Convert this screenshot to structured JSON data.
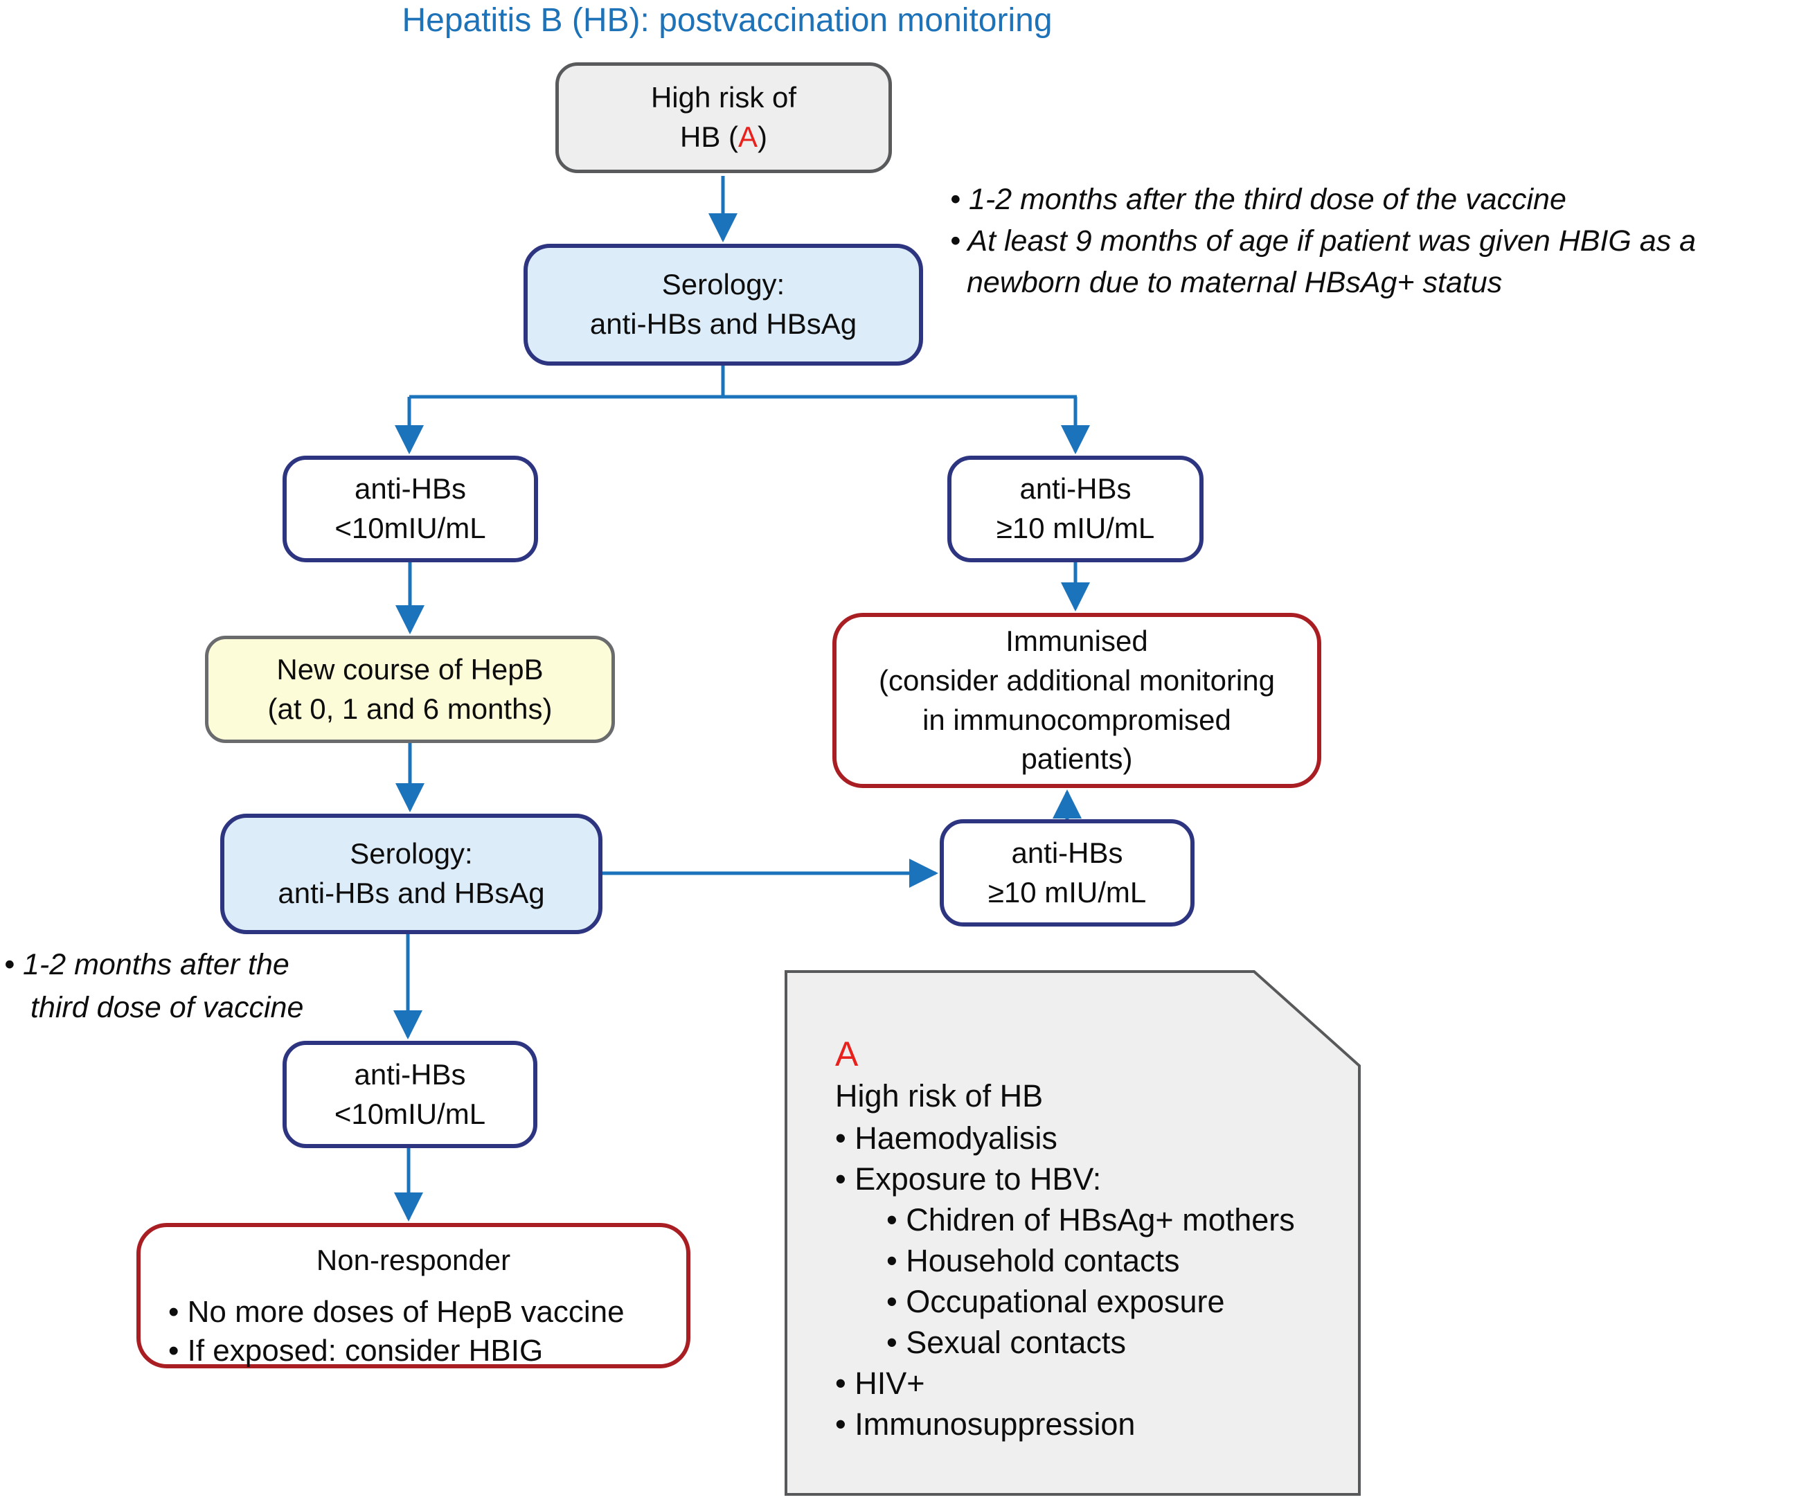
{
  "title": "Hepatitis B (HB): postvaccination monitoring",
  "colors": {
    "title_blue": "#1d72b8",
    "arrow_blue": "#1b74bb",
    "navy_border": "#2d3580",
    "red_border": "#a81e22",
    "red_marker": "#e8211d",
    "light_blue_fill": "#dcecf8",
    "yellow_fill": "#fdfcd9",
    "gray_fill": "#eeeeee",
    "note_gray_fill": "#f0efef"
  },
  "nodes": {
    "high_risk": {
      "line1": "High risk of",
      "line2_pre": "HB (",
      "marker": "A",
      "line2_post": ")"
    },
    "serology1": {
      "line1": "Serology:",
      "line2": "anti-HBs and HBsAg"
    },
    "antihbs_low1": {
      "line1": "anti-HBs",
      "line2": "<10mIU/mL"
    },
    "antihbs_high1": {
      "line1": "anti-HBs",
      "line2": "≥10 mIU/mL"
    },
    "new_course": {
      "line1": "New course of HepB",
      "line2": "(at 0, 1 and 6 months)"
    },
    "immunised": {
      "line1": "Immunised",
      "line2": "(consider additional monitoring",
      "line3": "in immunocompromised",
      "line4": "patients)"
    },
    "serology2": {
      "line1": "Serology:",
      "line2": "anti-HBs and HBsAg"
    },
    "antihbs_low2": {
      "line1": "anti-HBs",
      "line2": "<10mIU/mL"
    },
    "antihbs_high2": {
      "line1": "anti-HBs",
      "line2": "≥10 mIU/mL"
    },
    "non_responder": {
      "title": "Non-responder",
      "bullet1": "• No more doses of HepB vaccine",
      "bullet2": "• If exposed: consider HBIG"
    }
  },
  "annotations": {
    "top_right": [
      "• 1-2 months after the third  dose of  the vaccine",
      "• At least 9 months of age if patient was given HBIG as a",
      "newborn due to maternal HBsAg+ status"
    ],
    "mid_left": [
      "• 1-2 months after the",
      "third dose  of vaccine"
    ]
  },
  "note": {
    "marker": "A",
    "heading": "High risk of HB",
    "items": [
      "• Haemodyalisis",
      "• Exposure to HBV:",
      "• Chidren of HBsAg+ mothers",
      "• Household contacts",
      "• Occupational exposure",
      "• Sexual contacts",
      "• HIV+",
      "• Immunosuppression"
    ]
  }
}
